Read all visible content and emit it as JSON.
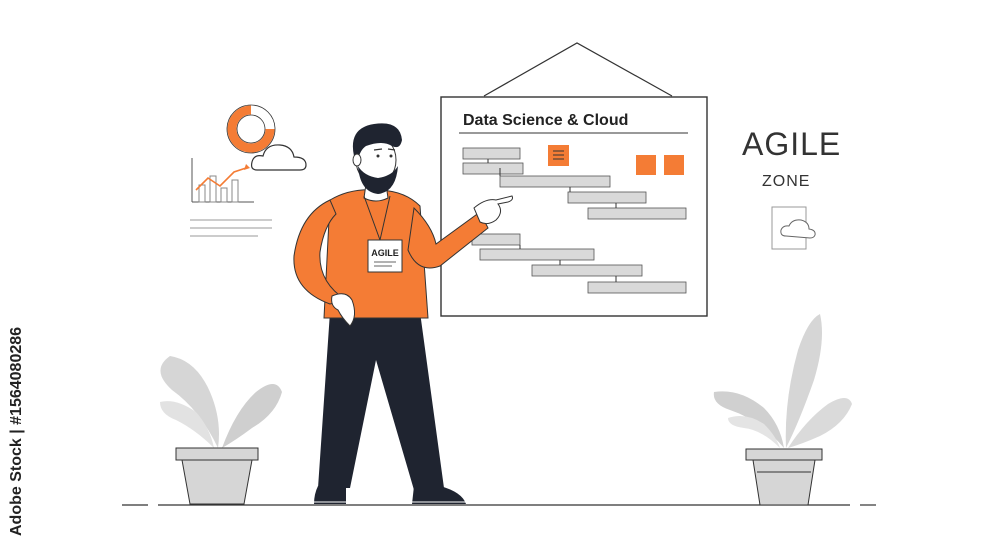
{
  "board": {
    "title": "Data Science & Cloud"
  },
  "zone": {
    "title": "AGILE",
    "subtitle": "ZONE"
  },
  "badge": {
    "label": "AGILE"
  },
  "watermark": {
    "id_text": "Adobe Stock | #1564080286"
  },
  "colors": {
    "accent": "#f47c35",
    "dark": "#1f2430",
    "gray": "#d9d9d9",
    "line": "#333333"
  }
}
